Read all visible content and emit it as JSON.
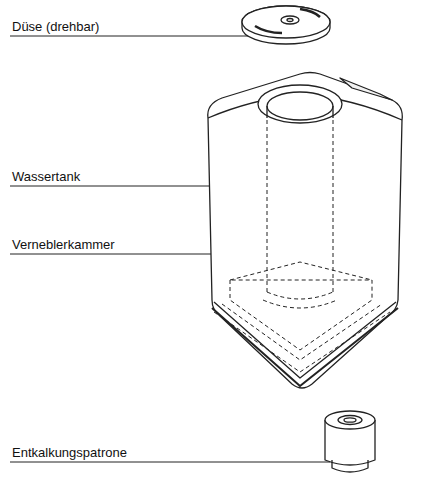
{
  "diagram": {
    "labels": [
      "Düse (drehbar)",
      "Wassertank",
      "Verneblerkammer",
      "Entkalkungspatrone"
    ]
  }
}
